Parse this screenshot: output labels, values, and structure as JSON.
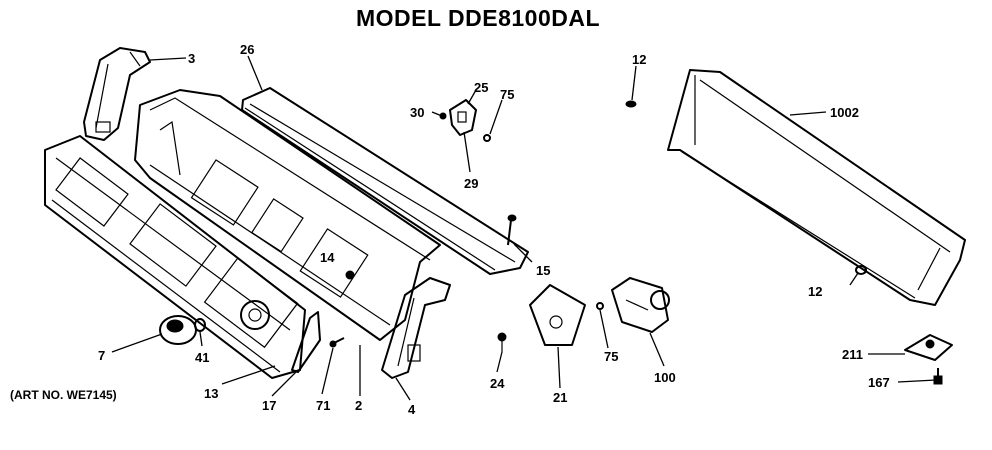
{
  "title": "MODEL DDE8100DAL",
  "header_fragment": "",
  "art_number": "(ART NO. WE7145)",
  "callouts": [
    {
      "id": "c3",
      "label": "3"
    },
    {
      "id": "c26",
      "label": "26"
    },
    {
      "id": "c30",
      "label": "30"
    },
    {
      "id": "c25",
      "label": "25"
    },
    {
      "id": "c75a",
      "label": "75"
    },
    {
      "id": "c29",
      "label": "29"
    },
    {
      "id": "c12a",
      "label": "12"
    },
    {
      "id": "c1002",
      "label": "1002"
    },
    {
      "id": "c15",
      "label": "15"
    },
    {
      "id": "c14",
      "label": "14"
    },
    {
      "id": "c12b",
      "label": "12"
    },
    {
      "id": "c7",
      "label": "7"
    },
    {
      "id": "c41",
      "label": "41"
    },
    {
      "id": "c13",
      "label": "13"
    },
    {
      "id": "c17",
      "label": "17"
    },
    {
      "id": "c71",
      "label": "71"
    },
    {
      "id": "c2",
      "label": "2"
    },
    {
      "id": "c4",
      "label": "4"
    },
    {
      "id": "c24",
      "label": "24"
    },
    {
      "id": "c21",
      "label": "21"
    },
    {
      "id": "c75b",
      "label": "75"
    },
    {
      "id": "c100",
      "label": "100"
    },
    {
      "id": "c211",
      "label": "211"
    },
    {
      "id": "c167",
      "label": "167"
    }
  ]
}
